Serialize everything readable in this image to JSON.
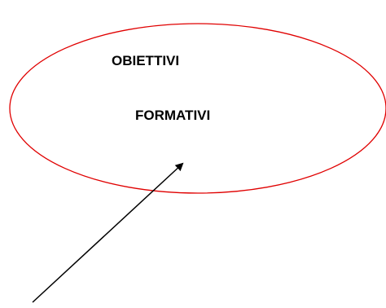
{
  "diagram": {
    "ellipse": {
      "stroke_color": "#e00000"
    },
    "text_line_1": "OBIETTIVI",
    "text_line_2": "FORMATIVI",
    "arrow": {
      "color": "#000000",
      "direction": "toward-ellipse"
    }
  }
}
